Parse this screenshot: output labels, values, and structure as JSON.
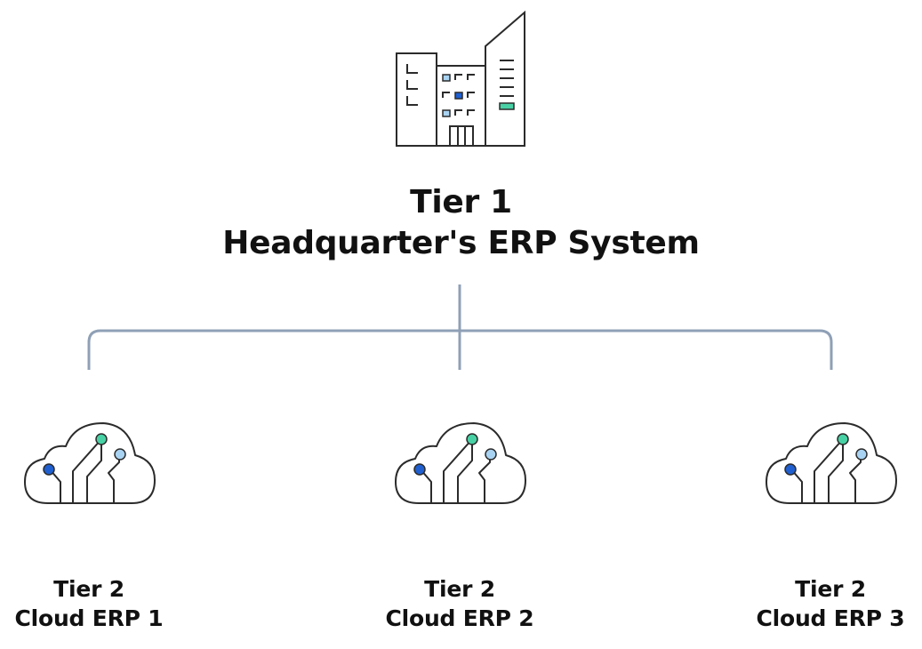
{
  "headquarter": {
    "tier": "Tier 1",
    "name": "Headquarter's ERP System",
    "icon": "office-building-icon"
  },
  "nodes": [
    {
      "tier": "Tier 2",
      "name": "Cloud ERP 1",
      "icon": "cloud-circuit-icon"
    },
    {
      "tier": "Tier 2",
      "name": "Cloud ERP 2",
      "icon": "cloud-circuit-icon"
    },
    {
      "tier": "Tier 2",
      "name": "Cloud ERP 3",
      "icon": "cloud-circuit-icon"
    }
  ],
  "colors": {
    "line": "#8fa0b6",
    "outline": "#2b2b2b",
    "accent_dark_blue": "#1f5fd0",
    "accent_light_blue": "#a9d3f2",
    "accent_teal": "#48d1a4"
  }
}
